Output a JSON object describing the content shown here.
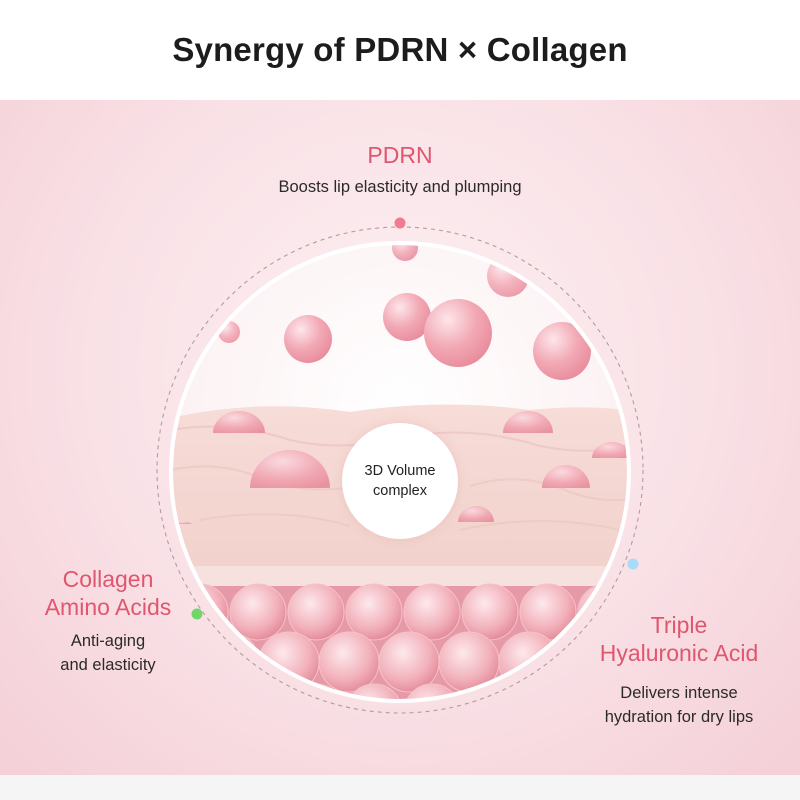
{
  "header": {
    "title": "Synergy of PDRN × Collagen"
  },
  "center": {
    "label": "3D Volume complex"
  },
  "ingredients": {
    "pdrn": {
      "name": "PDRN",
      "description": "Boosts lip elasticity and plumping"
    },
    "collagen": {
      "name_line1": "Collagen",
      "name_line2": "Amino Acids",
      "desc_line1": "Anti-aging",
      "desc_line2": "and elasticity"
    },
    "hyaluronic": {
      "name_line1": "Triple",
      "name_line2": "Hyaluronic Acid",
      "desc_line1": "Delivers intense",
      "desc_line2": "hydration for dry lips"
    }
  },
  "colors": {
    "accent_text": "#e0566f",
    "dot_pdrn": "#f27b92",
    "dot_collagen": "#6fd66a",
    "dot_hyaluronic": "#a8dcf6"
  }
}
